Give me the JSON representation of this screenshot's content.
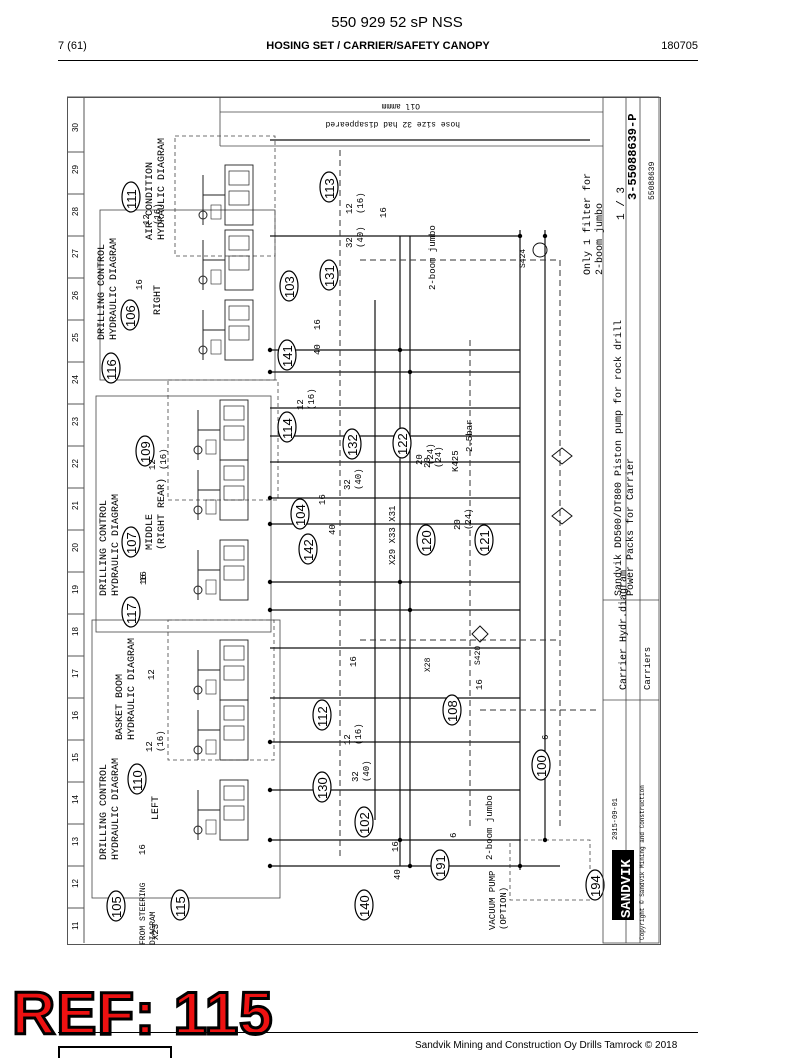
{
  "header": {
    "doc_number": "550 929 52 sP NSS",
    "page": "7 (61)",
    "title": "HOSING SET / CARRIER/SAFETY CANOPY",
    "date": "180705"
  },
  "sheet": {
    "columns": [
      "11",
      "12",
      "13",
      "14",
      "15",
      "16",
      "17",
      "18",
      "19",
      "20",
      "21",
      "22",
      "23",
      "24",
      "25",
      "26",
      "27",
      "28",
      "29",
      "30"
    ],
    "callouts": [
      {
        "id": "c105",
        "n": "105"
      },
      {
        "id": "c115",
        "n": "115"
      },
      {
        "id": "c140",
        "n": "140"
      },
      {
        "id": "c191",
        "n": "191"
      },
      {
        "id": "c194",
        "n": "194"
      },
      {
        "id": "c102",
        "n": "102"
      },
      {
        "id": "c130",
        "n": "130"
      },
      {
        "id": "c110",
        "n": "110"
      },
      {
        "id": "c112",
        "n": "112"
      },
      {
        "id": "c108",
        "n": "108"
      },
      {
        "id": "c100",
        "n": "100"
      },
      {
        "id": "c117",
        "n": "117"
      },
      {
        "id": "c107",
        "n": "107"
      },
      {
        "id": "c142",
        "n": "142"
      },
      {
        "id": "c104",
        "n": "104"
      },
      {
        "id": "c120",
        "n": "120"
      },
      {
        "id": "c121",
        "n": "121"
      },
      {
        "id": "c109",
        "n": "109"
      },
      {
        "id": "c132",
        "n": "132"
      },
      {
        "id": "c114",
        "n": "114"
      },
      {
        "id": "c122",
        "n": "122"
      },
      {
        "id": "c116",
        "n": "116"
      },
      {
        "id": "c141",
        "n": "141"
      },
      {
        "id": "c106",
        "n": "106"
      },
      {
        "id": "c103",
        "n": "103"
      },
      {
        "id": "c131",
        "n": "131"
      },
      {
        "id": "c111",
        "n": "111"
      },
      {
        "id": "c113",
        "n": "113"
      }
    ],
    "labels": {
      "dc_left": "DRILLING CONTROL\nHYDRAULIC DIAGRAM",
      "left": "LEFT",
      "basket": "BASKET BOOM\nHYDRAULIC DIAGRAM",
      "dc_middle": "DRILLING CONTROL\nHYDRAULIC DIAGRAM",
      "middle": "MIDDLE\n(RIGHT REAR)",
      "dc_right": "DRILLING CONTROL\nHYDRAULIC DIAGRAM",
      "right": "RIGHT",
      "aircon": "AIR CONDITION\nHYDRAULIC DIAGRAM",
      "from_steering": "FROM STEERING\nDIAGRAM",
      "x23": "X23",
      "vacuum": "VACUUM PUMP\n(OPTION)",
      "two_boom_a": "2-boom jumbo",
      "two_boom_b": "2-boom jumbo",
      "filter_note": "Only 1 filter for\n2-boom jumbo",
      "s424": "S424",
      "s420": "S420",
      "x28": "X28",
      "x29": "X29 X33 X31",
      "k425": "K425",
      "bar": "2.5bar"
    },
    "hose_sizes": {
      "h110": "12\n(16)",
      "h112": "12\n(16)",
      "h130": "32\n(40)",
      "h102": "16",
      "h140": "40",
      "h107": "16",
      "h142": "40",
      "h104": "16",
      "h132": "32\n(40)",
      "h114": "12\n(16)",
      "h109": "12\n(16)",
      "h120": "20\n(24)",
      "h121": "20\n(24)",
      "h122": "20\n(24)",
      "h141": "40",
      "h103": "16",
      "h131": "32\n(40)",
      "h113": "12\n(16)",
      "h111": "12\n(16)",
      "h106": "16",
      "h105": "16",
      "h191": "6",
      "h100": "6",
      "h108": "16",
      "h117": "16",
      "h_basket": "12",
      "h_top": "16",
      "h_mid": "16"
    },
    "title_block": {
      "main_title": "Sandvik DD500/DT800 Piston pump for rock drill\nPower Packs for Carrier",
      "subtitle": "Carrier Hydr.diagram",
      "subtitle2": "Carriers",
      "sheet_no": "1 / 3",
      "drawing_no": "3-55088639-P",
      "ref_no": "55088639",
      "dates": "2015-09-01",
      "rev_text": "hose size 32 had disappeared",
      "rev_by": "Oil ammm",
      "copyright": "Copyright © Sandvik Mining and Construction",
      "brand": "SANDVIK"
    }
  },
  "stamp": {
    "text": "REF: 115"
  },
  "footer": {
    "text": "Sandvik Mining and Construction Oy Drills Tamrock © 2018"
  }
}
